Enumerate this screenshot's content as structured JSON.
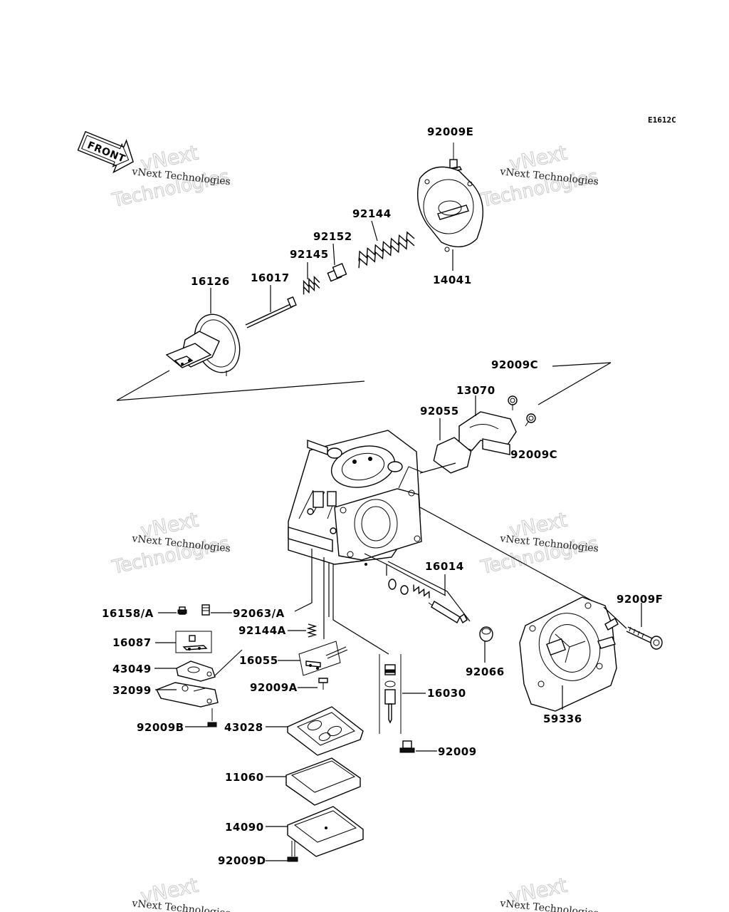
{
  "diagram_code": "E1612C",
  "front_label": "FRONT",
  "watermark": {
    "line1": "vNext Technologies",
    "line2": "vNext",
    "line3": "Technologies"
  },
  "parts": {
    "p92009E": "92009E",
    "p92144": "92144",
    "p92152": "92152",
    "p92145": "92145",
    "p16017": "16017",
    "p16126": "16126",
    "p14041": "14041",
    "p92009C_top": "92009C",
    "p13070": "13070",
    "p92055": "92055",
    "p92009C_bottom": "92009C",
    "p16014": "16014",
    "p16158A": "16158/A",
    "p92063A": "92063/A",
    "p92144A": "92144A",
    "p16087": "16087",
    "p16055": "16055",
    "p43049": "43049",
    "p92009A": "92009A",
    "p32099": "32099",
    "p16030": "16030",
    "p92009B": "92009B",
    "p43028": "43028",
    "p92009": "92009",
    "p92066": "92066",
    "p92009F": "92009F",
    "p59336": "59336",
    "p11060": "11060",
    "p14090": "14090",
    "p92009D": "92009D"
  }
}
